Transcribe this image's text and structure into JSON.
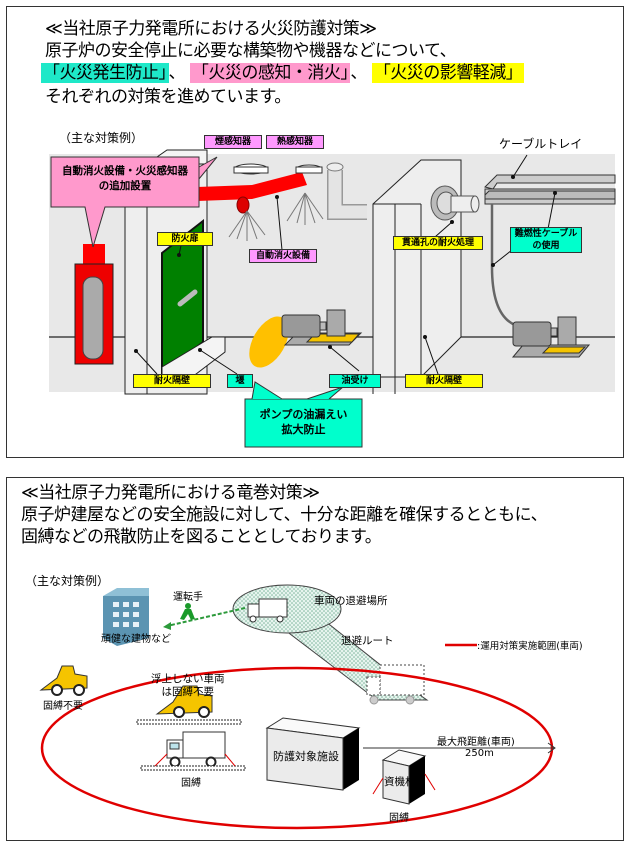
{
  "fire": {
    "title": "≪当社原子力発電所における火災防護対策≫",
    "line2": "原子炉の安全停止に必要な構築物や機器などについて、",
    "measures": [
      {
        "text": "「火災発生防止」",
        "color": "#1ee8c8"
      },
      {
        "text": "「火災の感知・消火」",
        "color": "#ff99cc"
      },
      {
        "text": "「火災の影響軽減」",
        "color": "#ffff00"
      }
    ],
    "separator": "、",
    "line4": "それぞれの対策を進めています。",
    "examples_label": "（主な対策例）",
    "labels": {
      "smoke_detector": "煙感知器",
      "heat_detector": "熱感知器",
      "cable_tray": "ケーブルトレイ",
      "callout_auto": "自動消火設備・火災感知器\nの追加設置",
      "callout_auto_line1": "自動消火設備・火災感知器",
      "callout_auto_line2": "の追加設置",
      "fire_door": "防火扉",
      "auto_extinguisher": "自動消火設備",
      "penetration": "貫通孔の耐火処理",
      "flame_cable_line1": "難燃性ケーブル",
      "flame_cable_line2": "の使用",
      "fire_wall_left": "耐火隔壁",
      "dike": "堰",
      "oil_pan": "油受け",
      "fire_wall_right": "耐火隔壁",
      "pump_line1": "ポンプの油漏えい",
      "pump_line2": "拡大防止"
    }
  },
  "tornado": {
    "title": "≪当社原子力発電所における竜巻対策≫",
    "line2": "原子炉建屋などの安全施設に対して、十分な距離を確保するとともに、",
    "line3": "固縛などの飛散防止を図ることとしております。",
    "examples_label": "（主な対策例）",
    "labels": {
      "driver": "運転手",
      "sturdy_building": "頑健な建物など",
      "evac_place": "車両の退避場所",
      "evac_route": "退避ルート",
      "legend": ":運用対策実施範囲(車両)",
      "no_tie_loader": "固縛不要",
      "non_floating_line1": "浮上しない車両",
      "non_floating_line2": "は固縛不要",
      "tie_truck": "固縛",
      "protected_facility": "防護対象施設",
      "materials": "資機材",
      "tie_materials": "固縛",
      "max_distance": "最大飛距離(車両)",
      "distance_value": "250m"
    },
    "legend_color": "#e00000"
  }
}
